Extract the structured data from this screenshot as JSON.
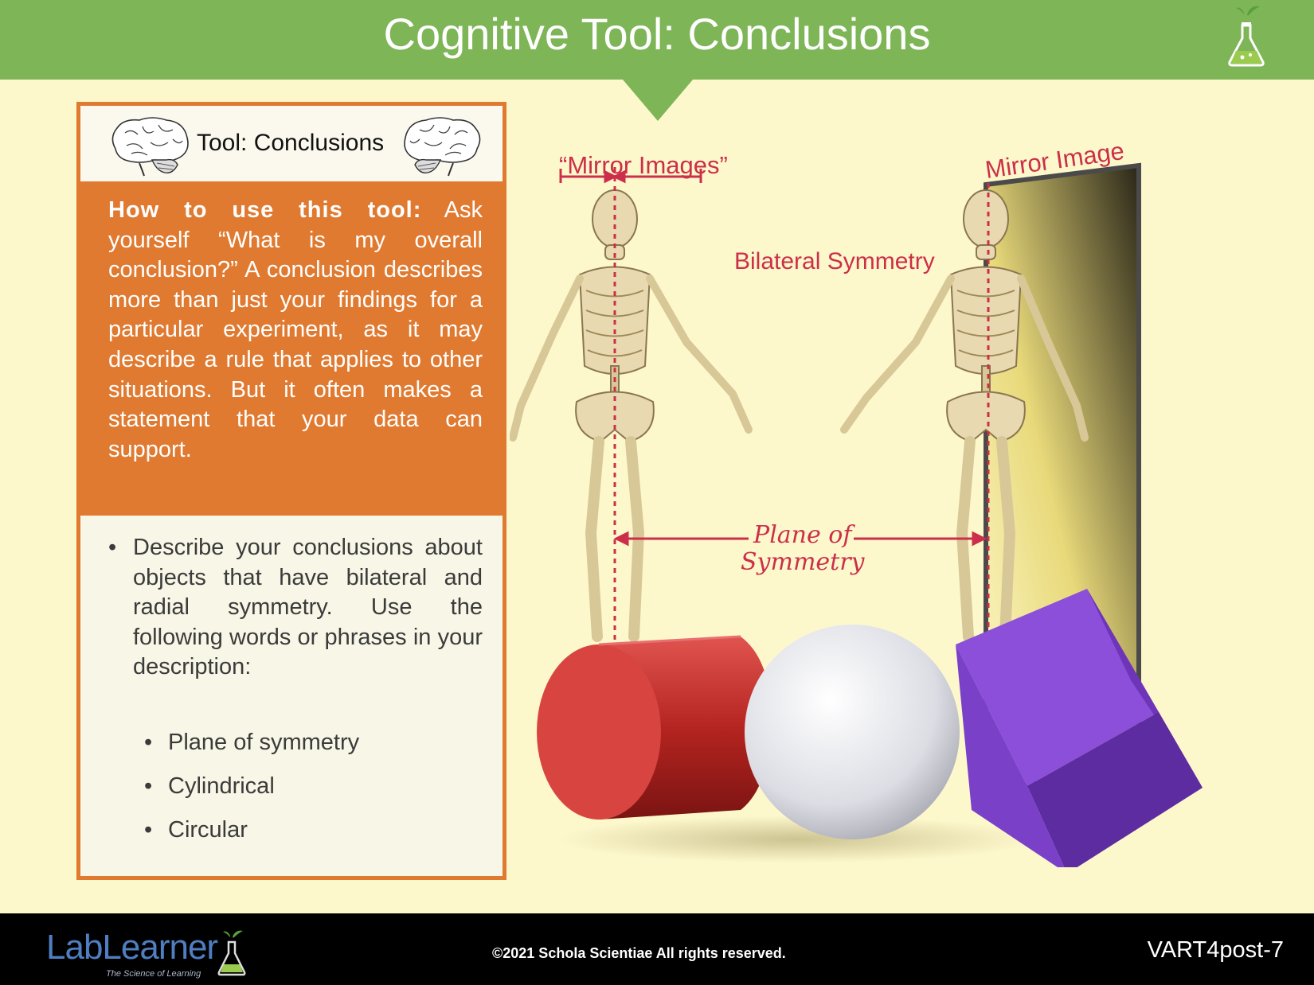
{
  "header": {
    "title": "Cognitive Tool: Conclusions"
  },
  "panel": {
    "title": "Tool: Conclusions",
    "howto_bold": "How to use this tool:",
    "howto_text": " Ask yourself “What is my overall conclusion?” A conclusion describes more than just your findings for a particular experiment, as it may describe a rule that applies to other situations. But it often makes a statement that your data can support.",
    "task_text": "Describe your conclusions about objects that have bilateral and radial symmetry. Use the following words or phrases in your description:",
    "bullet": "•",
    "terms": [
      "Plane of symmetry",
      "Cylindrical",
      "Circular"
    ]
  },
  "illustration": {
    "mirror_images_label": "“Mirror Images”",
    "mirror_image_label": "Mirror Image",
    "bilateral_label": "Bilateral Symmetry",
    "plane_label_1": "Plane of",
    "plane_label_2": "Symmetry"
  },
  "footer": {
    "brand": "LabLearner",
    "tagline": "The Science of Learning",
    "copyright": "©2021 Schola Scientiae   All rights reserved.",
    "code": "VART4post-7"
  },
  "colors": {
    "header_green": "#7db557",
    "panel_orange": "#e07a30",
    "background": "#fdf8cc",
    "annotation_red": "#cc2f4a",
    "cylinder_red": "#c8302c",
    "cube_purple": "#7b3fc9"
  }
}
